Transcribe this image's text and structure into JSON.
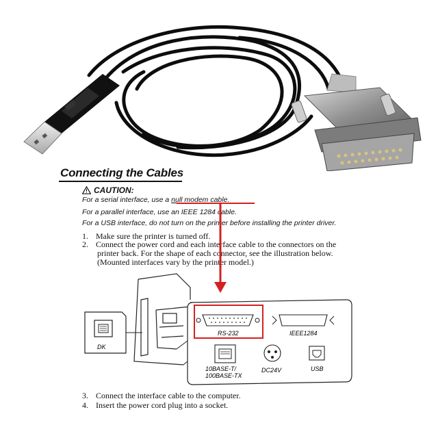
{
  "document": {
    "title": "Connecting the Cables",
    "caution_label": "CAUTION:",
    "caution_lines": [
      {
        "pre": "For a serial interface, use a ",
        "em": "null modem cable",
        "post": "."
      },
      {
        "pre": "For a parallel interface, use an IEEE 1284 cable.",
        "em": "",
        "post": ""
      },
      {
        "pre": "For a USB interface, do not turn on the printer before installing the printer driver.",
        "em": "",
        "post": ""
      }
    ],
    "steps": [
      {
        "num": "1.",
        "text": "Make sure the printer is turned off."
      },
      {
        "num": "2.",
        "text": "Connect the power cord and each interface cable to the connectors on the"
      },
      {
        "num": "3.",
        "text": "Connect the interface cable to the computer."
      },
      {
        "num": "4.",
        "text": "Insert the power cord plug into a socket."
      }
    ],
    "step2_cont": [
      "printer back. For the shape of each connector, see the illustration below.",
      "(Mounted interfaces vary by the printer model.)"
    ]
  },
  "diagram": {
    "labels": {
      "dk": "DK",
      "rs232": "RS-232",
      "ieee": "IEEE1284",
      "lan_1": "10BASE-T/",
      "lan_2": "100BASE-TX",
      "dc": "DC24V",
      "usb": "USB"
    }
  },
  "colors": {
    "highlight": "#d42020",
    "cable": "#0d0d0d",
    "metal": "#9a9a9a"
  }
}
